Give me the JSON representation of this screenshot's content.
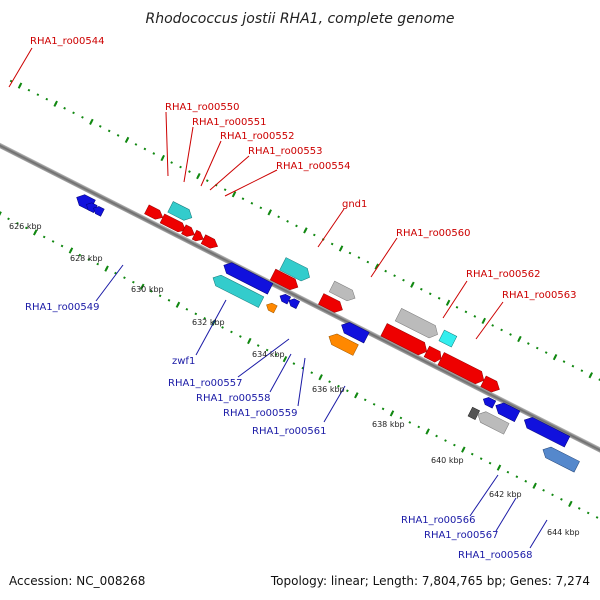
{
  "title": "Rhodococcus jostii RHA1, complete genome",
  "footer": {
    "accession": "Accession: NC_008268",
    "topology": "Topology: linear; Length: 7,804,765 bp; Genes: 7,274"
  },
  "colors": {
    "backbone": "#888888",
    "forward_label": "#cc0000",
    "reverse_label": "#1a1aa6",
    "tick": "#118811"
  },
  "ticks": [
    "626 kbp",
    "628 kbp",
    "630 kbp",
    "632 kbp",
    "634 kbp",
    "636 kbp",
    "638 kbp",
    "640 kbp",
    "642 kbp",
    "644 kbp"
  ],
  "forward_genes": [
    {
      "label": "RHA1_ro00544"
    },
    {
      "label": "RHA1_ro00550"
    },
    {
      "label": "RHA1_ro00551"
    },
    {
      "label": "RHA1_ro00552"
    },
    {
      "label": "RHA1_ro00553"
    },
    {
      "label": "RHA1_ro00554"
    },
    {
      "label": "gnd1"
    },
    {
      "label": "RHA1_ro00560"
    },
    {
      "label": "RHA1_ro00562"
    },
    {
      "label": "RHA1_ro00563"
    }
  ],
  "reverse_genes": [
    {
      "label": "RHA1_ro00549"
    },
    {
      "label": "zwf1"
    },
    {
      "label": "RHA1_ro00557"
    },
    {
      "label": "RHA1_ro00558"
    },
    {
      "label": "RHA1_ro00559"
    },
    {
      "label": "RHA1_ro00561"
    },
    {
      "label": "RHA1_ro00566"
    },
    {
      "label": "RHA1_ro00567"
    },
    {
      "label": "RHA1_ro00568"
    }
  ]
}
